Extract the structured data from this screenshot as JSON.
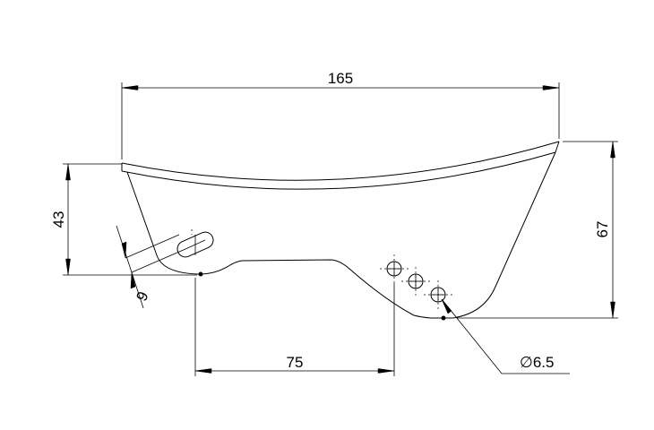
{
  "dimensions": {
    "overall_width": "165",
    "left_height": "43",
    "right_height": "67",
    "hole_spacing": "75",
    "slot_width": "9",
    "hole_diameter": "6.5",
    "diameter_symbol": "∅"
  }
}
